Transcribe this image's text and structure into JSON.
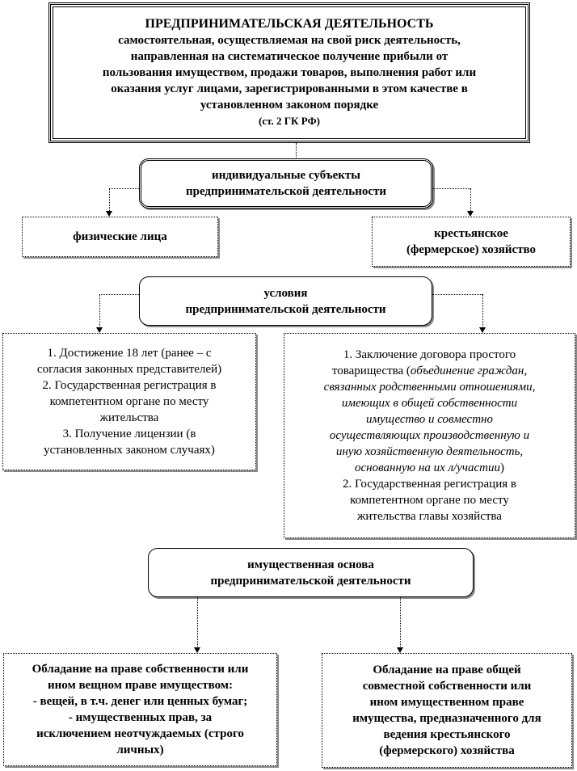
{
  "definition": {
    "title": "ПРЕДПРИНИМАТЕЛЬСКАЯ ДЕЯТЕЛЬНОСТЬ",
    "lines": [
      "самостоятельная, осуществляемая на свой риск деятельность,",
      "направленная на систематическое получение прибыли от",
      "пользования имуществом, продажи товаров, выполнения работ или",
      "оказания услуг лицами, зарегистрированными в этом качестве в",
      "установленном законом порядке"
    ],
    "source": "(ст. 2 ГК РФ)"
  },
  "subjects": {
    "lines": [
      "индивидуальные субъекты",
      "предпринимательской деятельности"
    ],
    "left": [
      "физические лица"
    ],
    "right": [
      "крестьянское",
      "(фермерское) хозяйство"
    ]
  },
  "conditions": {
    "lines": [
      "условия",
      "предпринимательской деятельности"
    ],
    "left": [
      "1. Достижение  18 лет (ранее – с",
      "согласия законных представителей)",
      "2. Государственная регистрация в",
      "компетентном органе по месту",
      "жительства",
      "3. Получение лицензии (в",
      "установленных законом случаях)"
    ],
    "right": {
      "line1": "1. Заключение договора простого",
      "line2_plain": "товарищества (",
      "line2_italic": "объединение граждан,",
      "italic_lines": [
        "связанных родственными отношениями,",
        "имеющих в общей собственности",
        "имущество и совместно",
        "осуществляющих производственную и",
        "иную хозяйственную деятельность,"
      ],
      "line8_italic": "основанную на их л/участии",
      "line8_plain": ")",
      "rest": [
        "2. Государственная регистрация в",
        "компетентном органе по месту",
        "жительства главы хозяйства"
      ]
    }
  },
  "property": {
    "lines": [
      "имущественная основа",
      "предпринимательской деятельности"
    ],
    "left": [
      "Обладание на праве собственности или",
      "ином вещном праве имуществом:",
      "- вещей, в т.ч. денег или ценных бумаг;",
      "- имущественных прав, за",
      "исключением неотчуждаемых (строго",
      "личных)"
    ],
    "right": [
      "Обладание на праве общей",
      "совместной собственности или",
      "ином имущественном праве",
      "имущества, предназначенного для",
      "ведения крестьянского",
      "(фермерского) хозяйства"
    ]
  }
}
